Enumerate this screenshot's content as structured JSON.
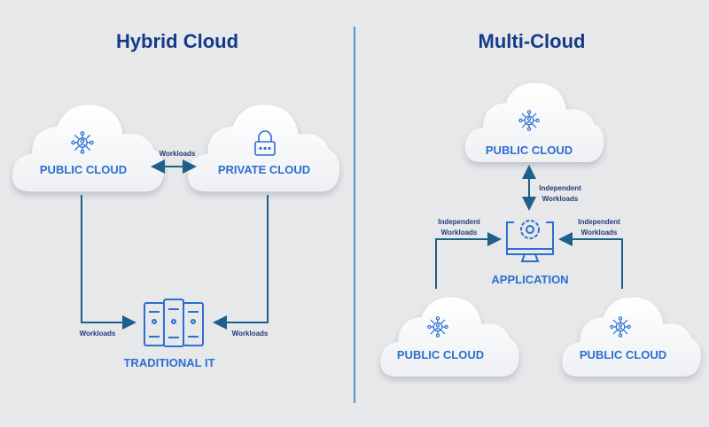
{
  "left": {
    "title": "Hybrid Cloud",
    "public_cloud": "PUBLIC CLOUD",
    "private_cloud": "PRIVATE CLOUD",
    "traditional_it": "TRADITIONAL IT",
    "arrow_top": "Workloads",
    "arrow_left": "Workloads",
    "arrow_right": "Workloads"
  },
  "right": {
    "title": "Multi-Cloud",
    "public_cloud_top": "PUBLIC CLOUD",
    "public_cloud_left": "PUBLIC CLOUD",
    "public_cloud_right": "PUBLIC CLOUD",
    "application": "APPLICATION",
    "arrow_top": "Independent Workloads",
    "arrow_left": "Independent Workloads",
    "arrow_right": "Independent Workloads"
  },
  "colors": {
    "background": "#e7e8ea",
    "title": "#163a8a",
    "accent": "#2b6fd0",
    "arrow": "#1e5f8c"
  }
}
